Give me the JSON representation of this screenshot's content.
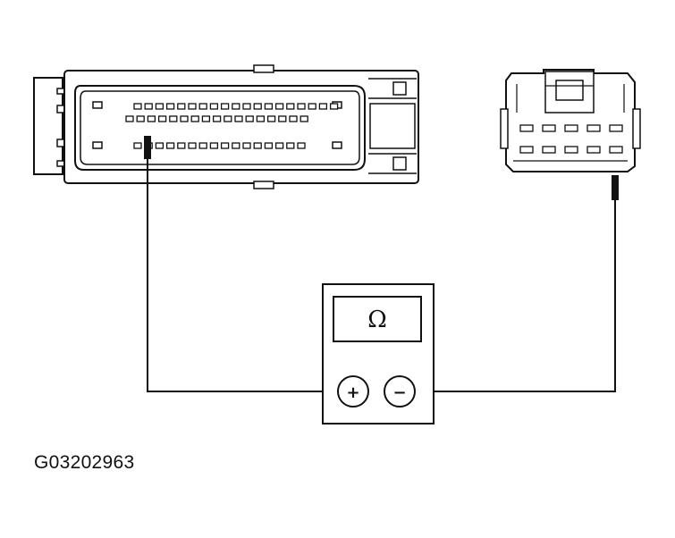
{
  "figure": {
    "id_label": "G03202963"
  },
  "meter": {
    "display_symbol": "Ω",
    "positive_jack_label": "+",
    "negative_jack_label": "−"
  },
  "connector_left": {
    "top_row_pins": 19,
    "middle_row_pins": 17,
    "bottom_row_pins": 16
  },
  "connector_right": {
    "row_pins": 5,
    "rows": 2
  }
}
